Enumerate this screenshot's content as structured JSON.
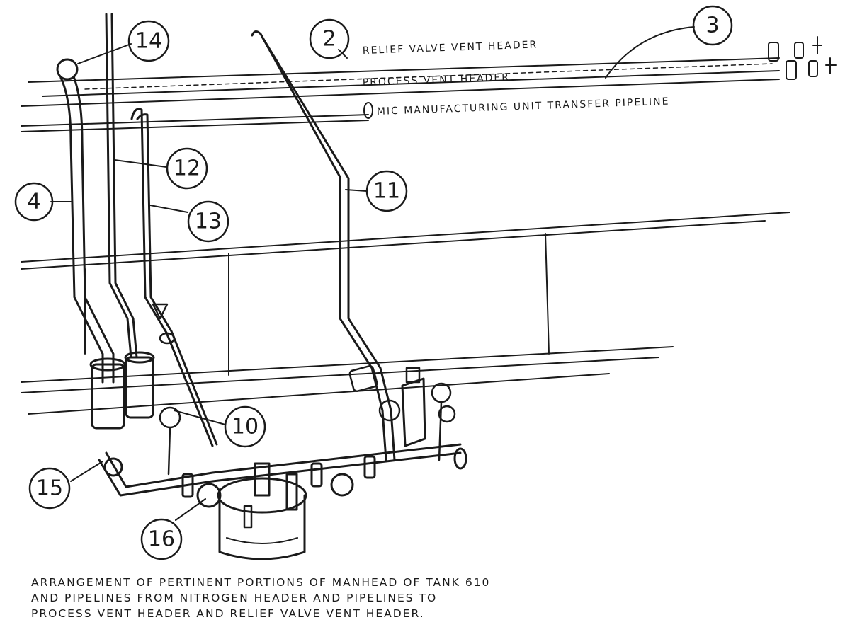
{
  "labels": {
    "relief_valve_vent_header": "RELIEF VALVE VENT HEADER",
    "process_vent_header": "PROCESS VENT HEADER",
    "mic_transfer_pipeline": "MIC MANUFACTURING UNIT TRANSFER PIPELINE"
  },
  "callouts": {
    "c2": "2",
    "c3": "3",
    "c4": "4",
    "c10": "10",
    "c11": "11",
    "c12": "12",
    "c13": "13",
    "c14": "14",
    "c15": "15",
    "c16": "16"
  },
  "caption": {
    "line1": "ARRANGEMENT OF PERTINENT PORTIONS OF MANHEAD OF TANK 610",
    "line2": "AND PIPELINES FROM NITROGEN HEADER AND PIPELINES TO",
    "line3": "PROCESS VENT HEADER AND RELIEF VALVE VENT HEADER."
  }
}
